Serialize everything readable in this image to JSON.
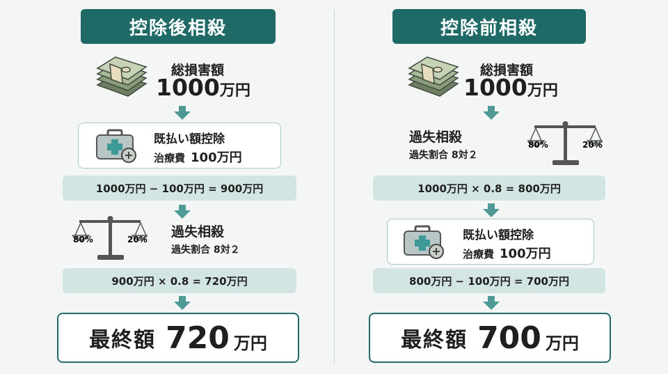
{
  "left": {
    "title": "控除後相殺",
    "total_label": "総損害額",
    "total_amount": "1000",
    "total_unit": "万円",
    "deduction": {
      "label": "既払い額控除",
      "item": "治療費",
      "amount": "100万円"
    },
    "calc1": "1000万円 − 100万円 = 900万円",
    "fault": {
      "title": "過失相殺",
      "ratio": "過失割合 8対２",
      "left_pct": "80%",
      "right_pct": "20%"
    },
    "calc2": "900万円 × 0.8 = 720万円",
    "final": {
      "label": "最終額",
      "amount": "720",
      "unit": "万円"
    }
  },
  "right": {
    "title": "控除前相殺",
    "total_label": "総損害額",
    "total_amount": "1000",
    "total_unit": "万円",
    "fault": {
      "title": "過失相殺",
      "ratio": "過失割合 8対２",
      "left_pct": "80%",
      "right_pct": "20%"
    },
    "calc1": "1000万円 × 0.8 = 800万円",
    "deduction": {
      "label": "既払い額控除",
      "item": "治療費",
      "amount": "100万円"
    },
    "calc2": "800万円 − 100万円 = 700万円",
    "final": {
      "label": "最終額",
      "amount": "700",
      "unit": "万円"
    }
  },
  "colors": {
    "teal_dark": "#1f6a66",
    "teal_light": "#d3e5e3",
    "arrow": "#4f9a96"
  },
  "icons": [
    "money-stack-icon",
    "medical-kit-icon",
    "balance-scale-icon",
    "arrow-down-icon"
  ]
}
